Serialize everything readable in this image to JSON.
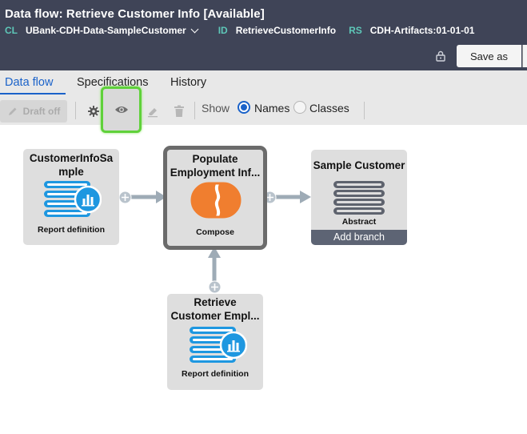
{
  "header": {
    "title": "Data flow: Retrieve Customer Info [Available]",
    "cl_key": "CL",
    "cl_value": "UBank-CDH-Data-SampleCustomer",
    "id_key": "ID",
    "id_value": "RetrieveCustomerInfo",
    "rs_key": "RS",
    "rs_value": "CDH-Artifacts:01-01-01",
    "save_as_label": "Save as"
  },
  "tabs": [
    {
      "label": "Data flow",
      "active": true
    },
    {
      "label": "Specifications"
    },
    {
      "label": "History"
    }
  ],
  "toolbar": {
    "draft_label": "Draft off",
    "show_label": "Show",
    "names_label": "Names",
    "classes_label": "Classes",
    "selected": "Names"
  },
  "nodes": {
    "source": {
      "title": "CustomerInfoSample",
      "subtitle": "Report definition",
      "icon": "report-definition-icon"
    },
    "compose": {
      "title": "Populate Employment Inf...",
      "subtitle": "Compose",
      "icon": "compose-icon"
    },
    "destination": {
      "title": "Sample Customer",
      "subtitle": "Abstract",
      "action": "Add branch",
      "icon": "abstract-icon"
    },
    "secondary": {
      "title": "Retrieve Customer Empl...",
      "subtitle": "Report definition",
      "icon": "report-definition-icon"
    }
  },
  "colors": {
    "header_bg": "#3f4457",
    "accent_blue": "#1a62c9",
    "teal_key": "#5ec7b8",
    "highlight_green": "#5fd13a",
    "compose_orange": "#f07e2f",
    "report_blue": "#1e97e0"
  }
}
